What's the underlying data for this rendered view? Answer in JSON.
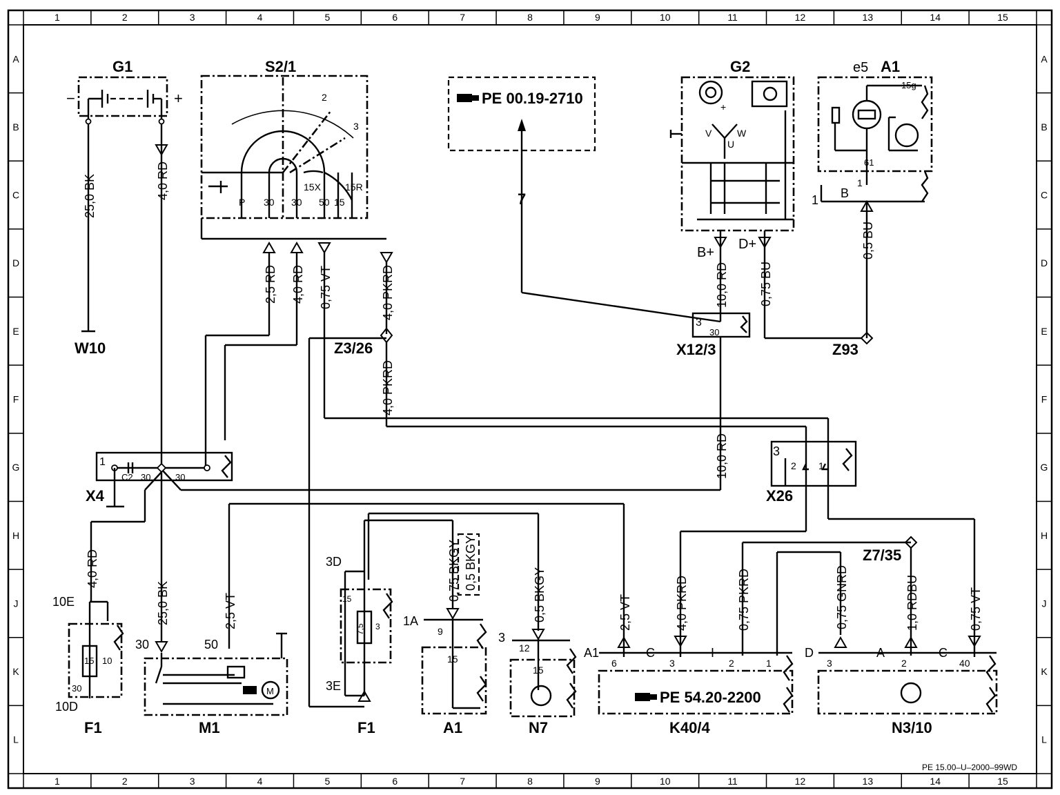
{
  "grid": {
    "columns": [
      "1",
      "2",
      "3",
      "4",
      "5",
      "6",
      "7",
      "8",
      "9",
      "10",
      "11",
      "12",
      "13",
      "14",
      "15"
    ],
    "rows": [
      "A",
      "B",
      "C",
      "D",
      "E",
      "F",
      "G",
      "H",
      "J",
      "K",
      "L"
    ]
  },
  "components": [
    {
      "id": "G1",
      "text": "G1"
    },
    {
      "id": "S2_1",
      "text": "S2/1"
    },
    {
      "id": "G2",
      "text": "G2"
    },
    {
      "id": "A1_top",
      "text": "A1"
    },
    {
      "id": "e5",
      "text": "e5"
    },
    {
      "id": "W10",
      "text": "W10"
    },
    {
      "id": "Z3_26",
      "text": "Z3/26"
    },
    {
      "id": "X12_3",
      "text": "X12/3"
    },
    {
      "id": "Z93",
      "text": "Z93"
    },
    {
      "id": "X4",
      "text": "X4"
    },
    {
      "id": "X26",
      "text": "X26"
    },
    {
      "id": "Z7_35",
      "text": "Z7/35"
    },
    {
      "id": "F1_left",
      "text": "F1"
    },
    {
      "id": "M1",
      "text": "M1"
    },
    {
      "id": "F1_mid",
      "text": "F1"
    },
    {
      "id": "A1_bottom",
      "text": "A1"
    },
    {
      "id": "N7",
      "text": "N7"
    },
    {
      "id": "K40_4",
      "text": "K40/4"
    },
    {
      "id": "N3_10",
      "text": "N3/10"
    }
  ],
  "references": [
    {
      "id": "pe_top",
      "text": "PE  00.19-2710"
    },
    {
      "id": "pe_k40",
      "text": "PE  54.20-2200"
    }
  ],
  "wires": [
    {
      "id": "w_g1_bk",
      "text": "25,0 BK"
    },
    {
      "id": "w_g1_rd",
      "text": "4,0 RD"
    },
    {
      "id": "w_s2_25rd",
      "text": "2,5 RD"
    },
    {
      "id": "w_s2_40rd",
      "text": "4,0 RD"
    },
    {
      "id": "w_s2_075vt",
      "text": "0,75 VT"
    },
    {
      "id": "w_s2_40pkrd",
      "text": "4,0 PKRD"
    },
    {
      "id": "w_z326_pkrd",
      "text": "4,0 PKRD"
    },
    {
      "id": "w_x12_rd",
      "text": "10,0 RD"
    },
    {
      "id": "w_g2_bu",
      "text": "0,75 BU"
    },
    {
      "id": "w_a1_bu",
      "text": "0,5 BU"
    },
    {
      "id": "w_g_rd",
      "text": "10,0 RD"
    },
    {
      "id": "w_f1_rd",
      "text": "4,0 RD"
    },
    {
      "id": "w_m1_bk",
      "text": "25,0 BK"
    },
    {
      "id": "w_m1_vt",
      "text": "2,5 VT"
    },
    {
      "id": "w_a1_bkgy",
      "text": "0,75 BKGY"
    },
    {
      "id": "w_a1_bkgy_alt",
      "text": "0,5 BKGY"
    },
    {
      "id": "w_n7_bkgy",
      "text": "0,5 BKGY"
    },
    {
      "id": "w_k40_vt",
      "text": "2,5 VT"
    },
    {
      "id": "w_k40_pkrd",
      "text": "4,0 PKRD"
    },
    {
      "id": "w_k40_075pkrd",
      "text": "0,75 PKRD"
    },
    {
      "id": "w_n3_gnrd",
      "text": "0,75 GNRD"
    },
    {
      "id": "w_n3_rdbu",
      "text": "1,0 RDBU"
    },
    {
      "id": "w_n3_vt",
      "text": "0,75 VT"
    }
  ],
  "pins": [
    {
      "id": "s2_p",
      "text": "P"
    },
    {
      "id": "s2_30a",
      "text": "30"
    },
    {
      "id": "s2_30b",
      "text": "30"
    },
    {
      "id": "s2_50",
      "text": "50"
    },
    {
      "id": "s2_15",
      "text": "15"
    },
    {
      "id": "s2_15x",
      "text": "15X"
    },
    {
      "id": "s2_15r",
      "text": "15R"
    },
    {
      "id": "s2_2",
      "text": "2"
    },
    {
      "id": "s2_3",
      "text": "3"
    },
    {
      "id": "arrow_7",
      "text": "7"
    },
    {
      "id": "g2_v",
      "text": "V"
    },
    {
      "id": "g2_w",
      "text": "W"
    },
    {
      "id": "g2_u",
      "text": "U"
    },
    {
      "id": "g2_plus",
      "text": "+"
    },
    {
      "id": "g2_bplus",
      "text": "B+"
    },
    {
      "id": "g2_dplus",
      "text": "D+"
    },
    {
      "id": "a1_15g",
      "text": "15g"
    },
    {
      "id": "a1_61",
      "text": "61"
    },
    {
      "id": "a1_1",
      "text": "1"
    },
    {
      "id": "a1_b",
      "text": "B"
    },
    {
      "id": "a1_1l",
      "text": "1"
    },
    {
      "id": "g1_minus",
      "text": "−"
    },
    {
      "id": "g1_plus",
      "text": "+"
    },
    {
      "id": "x12_3",
      "text": "3"
    },
    {
      "id": "x12_30",
      "text": "30"
    },
    {
      "id": "x4_1",
      "text": "1"
    },
    {
      "id": "x4_c2",
      "text": "C2"
    },
    {
      "id": "x4_30a",
      "text": "30"
    },
    {
      "id": "x4_30b",
      "text": "30"
    },
    {
      "id": "x26_3",
      "text": "3"
    },
    {
      "id": "x26_2",
      "text": "2"
    },
    {
      "id": "x26_1",
      "text": "1"
    },
    {
      "id": "f1l_10e",
      "text": "10E"
    },
    {
      "id": "f1l_15",
      "text": "15"
    },
    {
      "id": "f1l_10",
      "text": "10"
    },
    {
      "id": "f1l_30",
      "text": "30"
    },
    {
      "id": "f1l_10d",
      "text": "10D"
    },
    {
      "id": "m1_30",
      "text": "30"
    },
    {
      "id": "m1_50",
      "text": "50"
    },
    {
      "id": "m1_m",
      "text": "M"
    },
    {
      "id": "f1m_3d",
      "text": "3D"
    },
    {
      "id": "f1m_15",
      "text": "15"
    },
    {
      "id": "f1m_75",
      "text": "7,5"
    },
    {
      "id": "f1m_3",
      "text": "3"
    },
    {
      "id": "f1m_3e",
      "text": "3E"
    },
    {
      "id": "a1b_1a",
      "text": "1A"
    },
    {
      "id": "a1b_9",
      "text": "9"
    },
    {
      "id": "a1b_15",
      "text": "15"
    },
    {
      "id": "n7_3",
      "text": "3"
    },
    {
      "id": "n7_12",
      "text": "12"
    },
    {
      "id": "n7_15",
      "text": "15"
    },
    {
      "id": "k40_a1",
      "text": "A1"
    },
    {
      "id": "k40_6",
      "text": "6"
    },
    {
      "id": "k40_c",
      "text": "C"
    },
    {
      "id": "k40_3",
      "text": "3"
    },
    {
      "id": "k40_i",
      "text": "I"
    },
    {
      "id": "k40_2",
      "text": "2"
    },
    {
      "id": "k40_1",
      "text": "1"
    },
    {
      "id": "n3_d",
      "text": "D"
    },
    {
      "id": "n3_3",
      "text": "3"
    },
    {
      "id": "n3_a",
      "text": "A"
    },
    {
      "id": "n3_2",
      "text": "2"
    },
    {
      "id": "n3_c",
      "text": "C"
    },
    {
      "id": "n3_40",
      "text": "40"
    }
  ],
  "footer": "PE 15.00–U–2000–99WD"
}
